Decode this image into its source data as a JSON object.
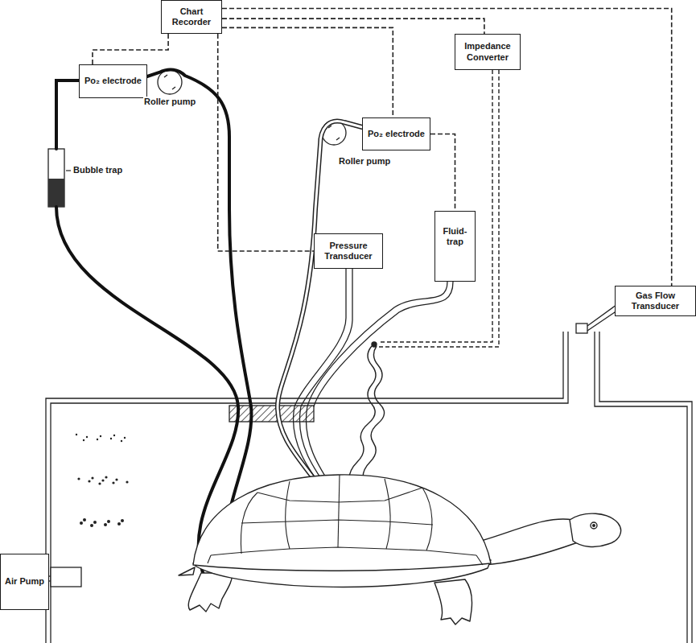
{
  "diagram": {
    "nodes": [
      {
        "text": [
          "Chart Recorder"
        ]
      },
      {
        "text": [
          "Impedance Converter"
        ]
      },
      {
        "text": [
          "Po₂ electrode"
        ]
      },
      {
        "text": [
          "Po₂ electrode"
        ]
      },
      {
        "text": [
          "Fluid-trap"
        ]
      },
      {
        "text": [
          "Pressure Transducer"
        ]
      },
      {
        "text": [
          "Gas Flow Transducer"
        ]
      },
      {
        "text": [
          "Air Pump"
        ]
      }
    ],
    "edges": [
      {
        "from": 0,
        "to": 1,
        "arrow": "none"
      },
      {
        "from": 0,
        "to": 2,
        "arrow": "none"
      },
      {
        "from": 0,
        "to": 3,
        "arrow": "none"
      },
      {
        "from": 0,
        "to": 5,
        "arrow": "none"
      },
      {
        "from": 0,
        "to": 6,
        "arrow": "none"
      },
      {
        "from": 3,
        "to": 4,
        "arrow": "none"
      }
    ],
    "labels": [
      "Roller pump",
      "Roller pump",
      "Bubble trap"
    ]
  }
}
